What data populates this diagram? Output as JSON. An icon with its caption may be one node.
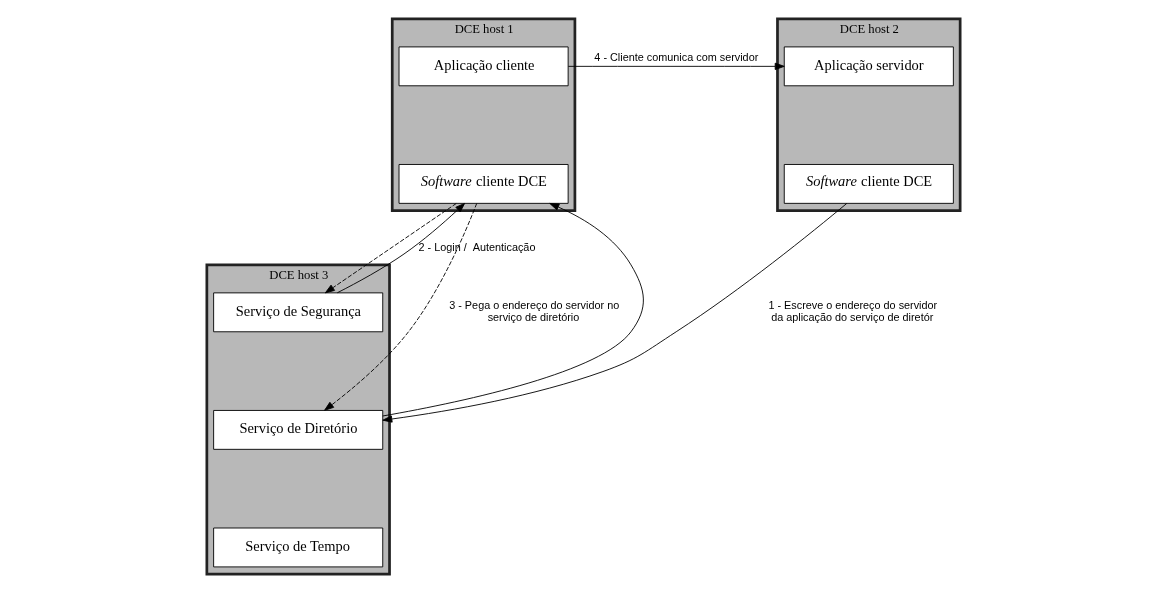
{
  "diagram": {
    "nodes": [
      {
        "text": [
          "DCE host 1"
        ]
      },
      {
        "text": [
          "Aplicação cliente"
        ],
        "in": 0
      },
      {
        "text": [
          "*Software* cliente DCE"
        ],
        "in": 0
      },
      {
        "text": [
          "DCE host 2"
        ]
      },
      {
        "text": [
          "Aplicação servidor"
        ],
        "in": 3
      },
      {
        "text": [
          "*Software* cliente DCE"
        ],
        "in": 3
      },
      {
        "text": [
          "DCE host 3"
        ]
      },
      {
        "text": [
          "Serviço de Segurança"
        ],
        "in": 6
      },
      {
        "text": [
          "Serviço de Diretório"
        ],
        "in": 6
      },
      {
        "text": [
          "Serviço de Tempo"
        ],
        "in": 6
      }
    ],
    "edges": [
      {
        "from": 1,
        "to": 4,
        "arrow": "to",
        "label": "4 - Cliente comunica com servidor"
      },
      {
        "from": 5,
        "to": 8,
        "arrow": "to",
        "label": "1 - Escreve o endereço do servidor da aplicação do serviço de diretór"
      },
      {
        "from": 7,
        "to": 2,
        "arrow": "to",
        "label": "2 - Login /  Autenticação"
      },
      {
        "from": 2,
        "to": 7,
        "arrow": "to",
        "style": "dashed"
      },
      {
        "from": 2,
        "to": 8,
        "arrow": "to",
        "style": "dashed",
        "label": "3 - Pega o endereço do servidor no serviço de diretório"
      },
      {
        "from": 8,
        "to": 2,
        "arrow": "to"
      }
    ]
  }
}
